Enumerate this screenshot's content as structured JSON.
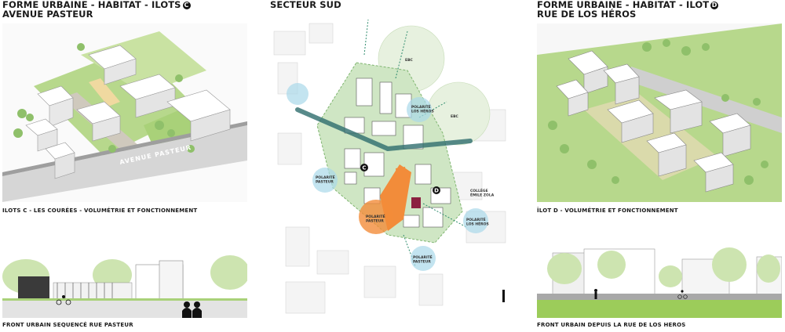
{
  "left": {
    "title_line1": "FORME URBAINE - HABITAT - ILOTS",
    "title_badge": "C",
    "title_line2": "AVENUE PASTEUR",
    "caption_top": "ILOTS C - LES COURÉES - VOLUMÉTRIE ET FONCTIONNEMENT",
    "caption_bottom": "FRONT URBAIN SEQUENCÉ RUE PASTEUR",
    "street_label": "AVENUE PASTEUR"
  },
  "center": {
    "title": "SECTEUR SUD",
    "labels": {
      "polarite_heros": "POLARITÉ\nLOS HÉROS",
      "polarite_pasteur_left": "POLARITÉ\nPASTEUR",
      "polarite_pasteur_main": "POLARITÉ\nPASTEUR",
      "polarite_heros_right": "POLARITÉ\nLOS HÉROS",
      "polarite_pasteur_bottom": "POLARITÉ\nPASTEUR",
      "college": "COLLÈGE\nÉMILE ZOLA",
      "ebc_top": "EBC",
      "ebc_right": "EBC",
      "badge_c": "C",
      "badge_d": "D"
    }
  },
  "right": {
    "title_line1": "FORME URBAINE - HABITAT - ILOT",
    "title_badge": "D",
    "title_line2": "RUE DE LOS HÉROS",
    "caption_top": "ÎLOT D - VOLUMÉTRIE ET FONCTIONNEMENT",
    "caption_bottom": "FRONT URBAIN DEPUIS LA RUE DE LOS HEROS"
  }
}
